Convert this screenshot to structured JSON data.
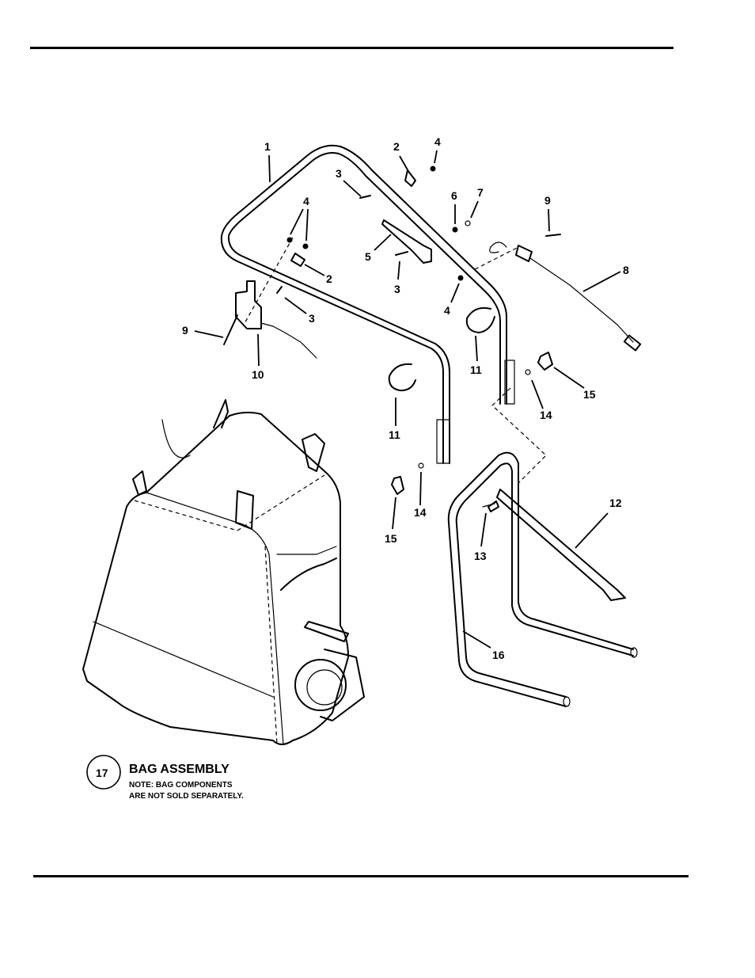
{
  "callouts": {
    "c1": "1",
    "c2a": "2",
    "c2b": "2",
    "c3a": "3",
    "c3b": "3",
    "c3c": "3",
    "c4a": "4",
    "c4b": "4",
    "c4c": "4",
    "c5": "5",
    "c6": "6",
    "c7": "7",
    "c8": "8",
    "c9a": "9",
    "c9b": "9",
    "c10": "10",
    "c11a": "11",
    "c11b": "11",
    "c12": "12",
    "c13": "13",
    "c14a": "14",
    "c14b": "14",
    "c15a": "15",
    "c15b": "15",
    "c16": "16",
    "c17": "17"
  },
  "legend": {
    "title": "BAG ASSEMBLY",
    "note_line1": "NOTE: BAG COMPONENTS",
    "note_line2": "ARE NOT SOLD SEPARATELY."
  }
}
